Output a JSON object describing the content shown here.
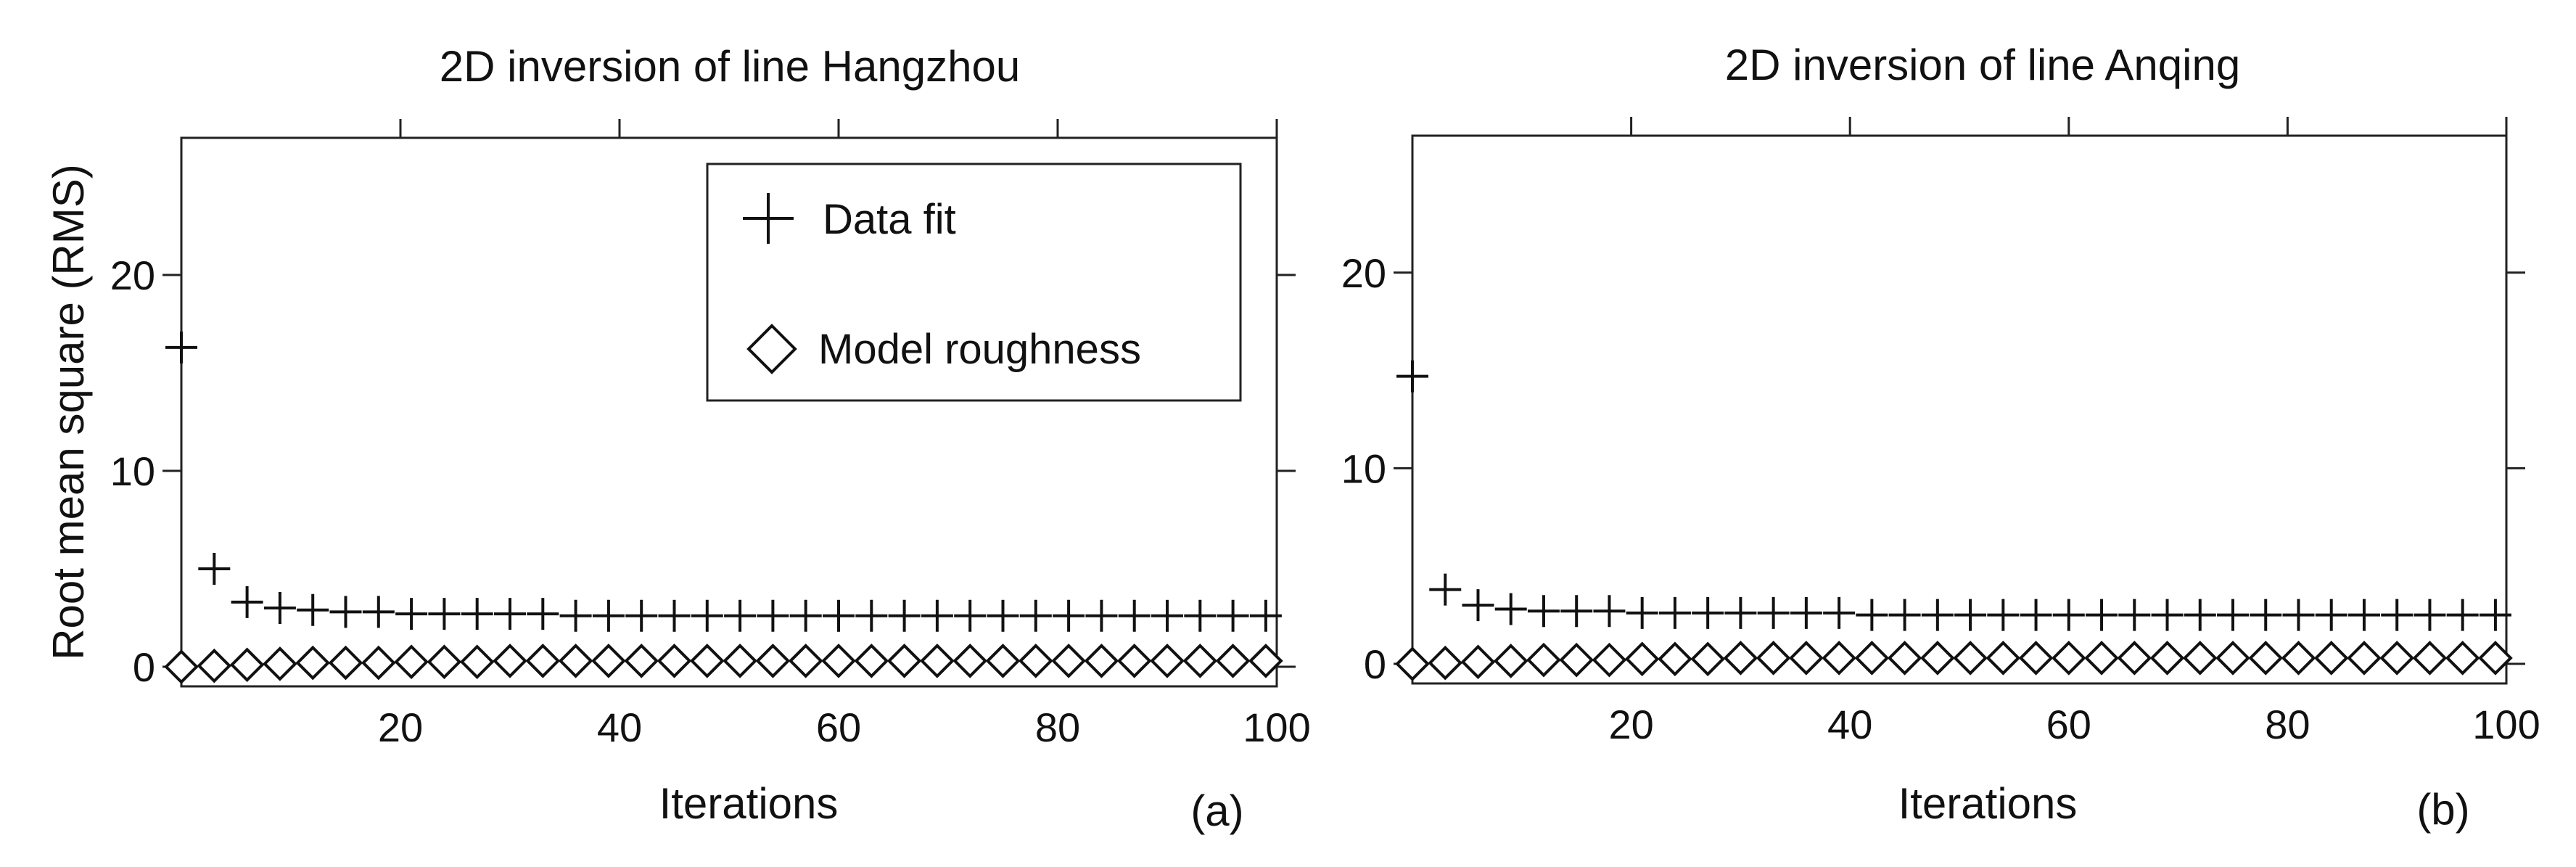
{
  "chart_data": [
    {
      "type": "scatter",
      "panel_label": "(a)",
      "title": "2D inversion of line Hangzhou",
      "xlabel": "Iterations",
      "ylabel": "Root mean square (RMS)",
      "xlim": [
        0,
        100
      ],
      "ylim": [
        -1,
        27
      ],
      "xticks": [
        20,
        40,
        60,
        80,
        100
      ],
      "yticks": [
        0,
        10,
        20
      ],
      "grid": false,
      "legend_position": "top-right",
      "series": [
        {
          "name": "Data fit",
          "marker": "plus",
          "x": [
            0,
            3,
            6,
            9,
            12,
            15,
            18,
            21,
            24,
            27,
            30,
            33,
            36,
            39,
            42,
            45,
            48,
            51,
            54,
            57,
            60,
            63,
            66,
            69,
            72,
            75,
            78,
            81,
            84,
            87,
            90,
            93,
            96,
            99
          ],
          "y": [
            16.3,
            5.0,
            3.3,
            3.0,
            2.9,
            2.8,
            2.8,
            2.7,
            2.7,
            2.7,
            2.7,
            2.7,
            2.6,
            2.6,
            2.6,
            2.6,
            2.6,
            2.6,
            2.6,
            2.6,
            2.6,
            2.6,
            2.6,
            2.6,
            2.6,
            2.6,
            2.6,
            2.6,
            2.6,
            2.6,
            2.6,
            2.6,
            2.6,
            2.6
          ]
        },
        {
          "name": "Model roughness",
          "marker": "diamond",
          "x": [
            0,
            3,
            6,
            9,
            12,
            15,
            18,
            21,
            24,
            27,
            30,
            33,
            36,
            39,
            42,
            45,
            48,
            51,
            54,
            57,
            60,
            63,
            66,
            69,
            72,
            75,
            78,
            81,
            84,
            87,
            90,
            93,
            96,
            99
          ],
          "y": [
            0.0,
            0.05,
            0.1,
            0.15,
            0.2,
            0.2,
            0.2,
            0.25,
            0.25,
            0.25,
            0.3,
            0.3,
            0.3,
            0.3,
            0.3,
            0.3,
            0.3,
            0.3,
            0.3,
            0.3,
            0.3,
            0.3,
            0.3,
            0.3,
            0.3,
            0.3,
            0.3,
            0.3,
            0.3,
            0.3,
            0.3,
            0.3,
            0.3,
            0.3
          ]
        }
      ]
    },
    {
      "type": "scatter",
      "panel_label": "(b)",
      "title": "2D inversion of line Anqing",
      "xlabel": "Iterations",
      "ylabel": "",
      "xlim": [
        0,
        100
      ],
      "ylim": [
        -1,
        27
      ],
      "xticks": [
        20,
        40,
        60,
        80,
        100
      ],
      "yticks": [
        0,
        10,
        20
      ],
      "grid": false,
      "legend_position": "none",
      "series": [
        {
          "name": "Data fit",
          "marker": "plus",
          "x": [
            0,
            3,
            6,
            9,
            12,
            15,
            18,
            21,
            24,
            27,
            30,
            33,
            36,
            39,
            42,
            45,
            48,
            51,
            54,
            57,
            60,
            63,
            66,
            69,
            72,
            75,
            78,
            81,
            84,
            87,
            90,
            93,
            96,
            99
          ],
          "y": [
            14.7,
            3.8,
            3.0,
            2.8,
            2.7,
            2.7,
            2.7,
            2.6,
            2.6,
            2.6,
            2.6,
            2.6,
            2.6,
            2.6,
            2.5,
            2.5,
            2.5,
            2.5,
            2.5,
            2.5,
            2.5,
            2.5,
            2.5,
            2.5,
            2.5,
            2.5,
            2.5,
            2.5,
            2.5,
            2.5,
            2.5,
            2.5,
            2.5,
            2.5
          ]
        },
        {
          "name": "Model roughness",
          "marker": "diamond",
          "x": [
            0,
            3,
            6,
            9,
            12,
            15,
            18,
            21,
            24,
            27,
            30,
            33,
            36,
            39,
            42,
            45,
            48,
            51,
            54,
            57,
            60,
            63,
            66,
            69,
            72,
            75,
            78,
            81,
            84,
            87,
            90,
            93,
            96,
            99
          ],
          "y": [
            0.0,
            0.05,
            0.1,
            0.15,
            0.2,
            0.2,
            0.2,
            0.25,
            0.25,
            0.25,
            0.3,
            0.3,
            0.3,
            0.3,
            0.3,
            0.3,
            0.3,
            0.3,
            0.3,
            0.3,
            0.3,
            0.3,
            0.3,
            0.3,
            0.3,
            0.3,
            0.3,
            0.3,
            0.3,
            0.3,
            0.3,
            0.3,
            0.3,
            0.3
          ]
        }
      ]
    }
  ]
}
